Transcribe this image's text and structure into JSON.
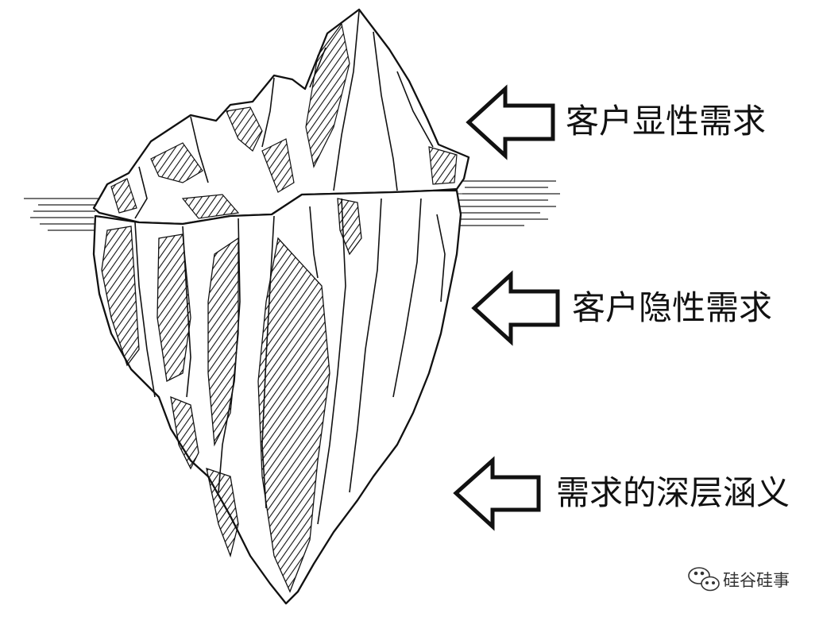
{
  "labels": {
    "explicit": "客户显性需求",
    "implicit": "客户隐性需求",
    "deep": "需求的深层涵义"
  },
  "watermark": {
    "text": "硅谷硅事",
    "icon": "wechat-icon"
  },
  "colors": {
    "line": "#111111",
    "hatch": "#111111",
    "background": "#ffffff"
  }
}
